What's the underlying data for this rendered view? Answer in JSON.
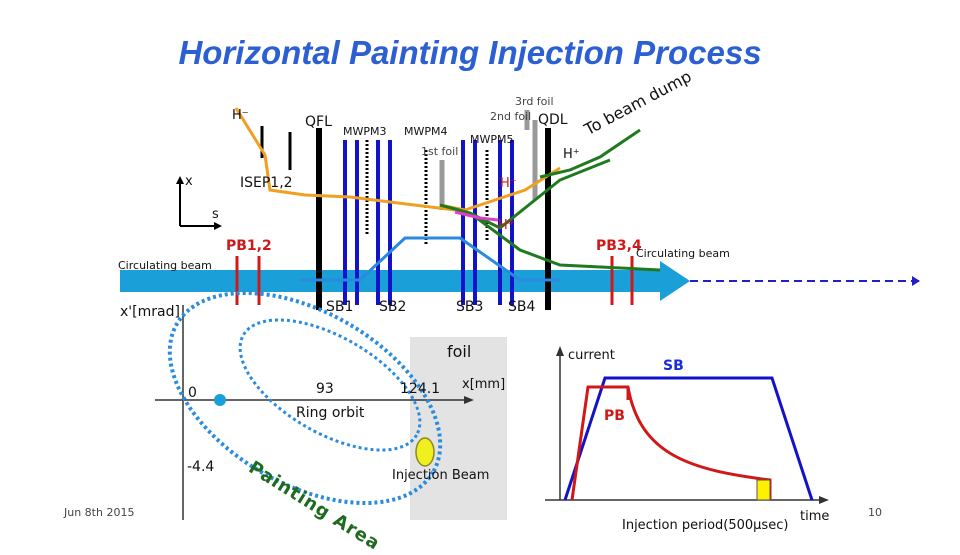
{
  "title": "Horizontal Painting Injection Process",
  "labels": {
    "h_minus": "H⁻",
    "qfl": "QFL",
    "mwpm3": "MWPM3",
    "mwpm4": "MWPM4",
    "mwpm5": "MWPM5",
    "first_foil": "1st foil",
    "second_foil": "2nd foil",
    "third_foil": "3rd foil",
    "qdl": "QDL",
    "h_plus": "H⁺",
    "h_minus_2": "H⁻",
    "h_zero": "H⁰",
    "to_beam_dump": "To beam dump",
    "x_axis": "x",
    "s_axis": "s",
    "isep": "ISEP1,2",
    "pb12": "PB1,2",
    "pb34": "PB3,4",
    "circ_left": "Circulating beam",
    "circ_right": "Circulating beam",
    "sb1": "SB1",
    "sb2": "SB2",
    "sb3": "SB3",
    "sb4": "SB4"
  },
  "phase_space": {
    "y_label": "x'[mrad]",
    "x_label": "x[mm]",
    "zero": "0",
    "x93": "93",
    "x124": "124.1",
    "y_min": "-4.4",
    "ring_orbit": "Ring orbit",
    "foil": "foil",
    "injection_beam": "Injection Beam",
    "painting_area": "Painting Area"
  },
  "current_plot": {
    "y_label": "current",
    "x_label": "time",
    "sb": "SB",
    "pb": "PB",
    "period": "Injection period(500μsec)"
  },
  "footer": {
    "date": "Jun 8th 2015",
    "page": "10"
  },
  "colors": {
    "title": "#2c5fd1",
    "magnet": "#1212c8",
    "beam_arrow": "#1a9fd8",
    "orange_beam": "#f0a020",
    "green_beam": "#1f7a1f",
    "pink_beam": "#e040c0",
    "pb": "#d01818",
    "dotted_ellipse": "#2a8ce0",
    "painting_text": "#1e6a1e"
  }
}
